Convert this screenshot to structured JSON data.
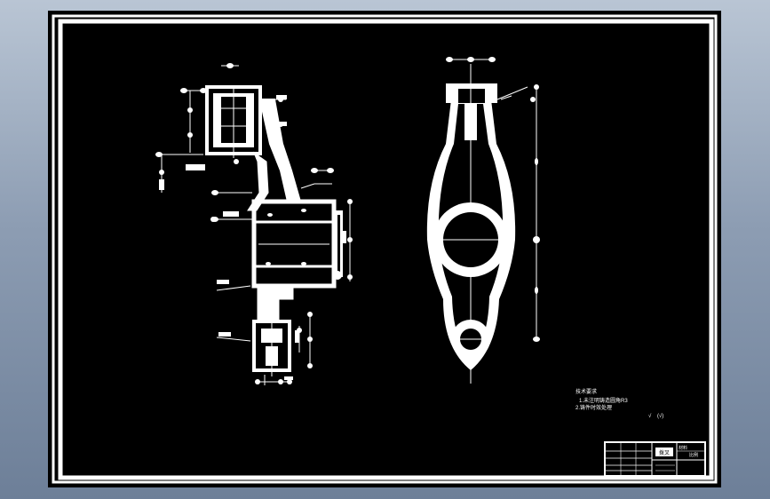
{
  "notes": {
    "heading": "技术要求",
    "line1": "1.未注明铸造圆角R3",
    "line2": "2.铸件时效处理"
  },
  "roughness": "√",
  "title_block": {
    "drawing_name": "拨叉",
    "label_a": "材料",
    "label_b": "比例"
  }
}
